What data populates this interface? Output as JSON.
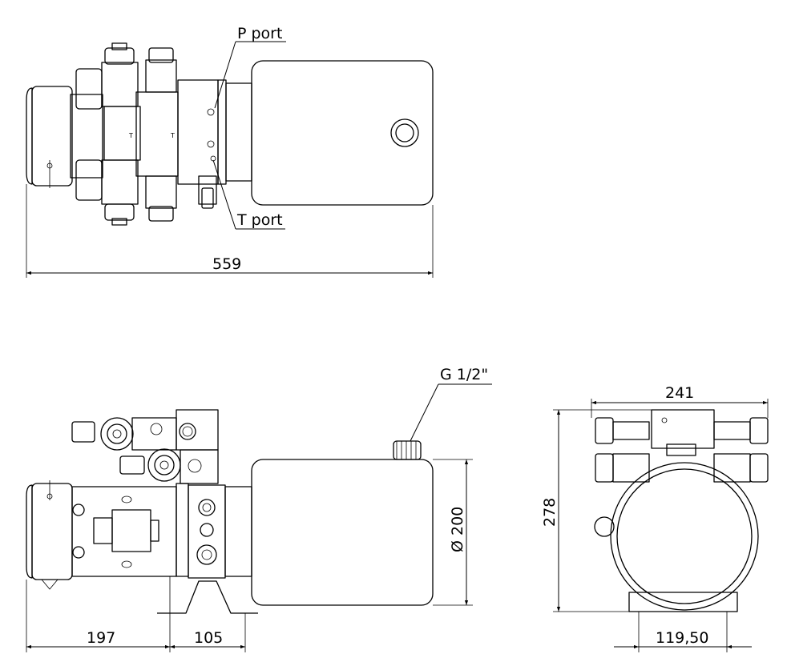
{
  "labels": {
    "p_port": "P port",
    "t_port": "T port",
    "thread": "G 1/2\"",
    "small_t": "T"
  },
  "dimensions": {
    "top_length": "559",
    "diameter": "Ø 200",
    "motor_len": "197",
    "block_len": "105",
    "width": "241",
    "height": "278",
    "foot": "119,50"
  }
}
